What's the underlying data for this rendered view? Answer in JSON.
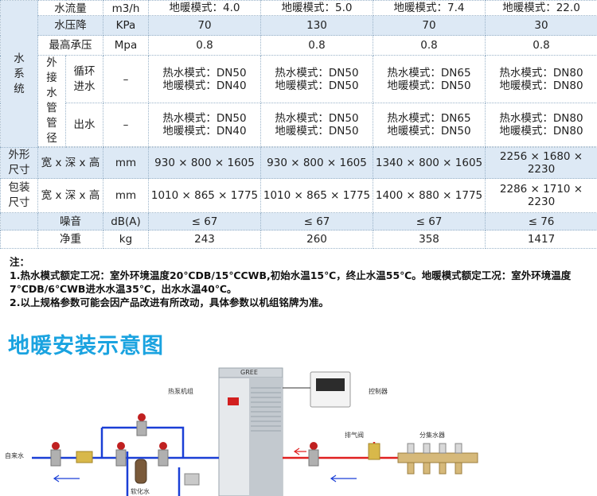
{
  "table": {
    "rows": [
      {
        "cat": "",
        "param": "水流量",
        "unit": "m3/h",
        "c1": "地暖模式：4.0",
        "c2": "地暖模式：5.0",
        "c3": "地暖模式：7.4",
        "c4": "地暖模式：22.0"
      },
      {
        "param": "水压降",
        "unit": "KPa",
        "c1": "70",
        "c2": "130",
        "c3": "70",
        "c4": "30"
      },
      {
        "param": "最高承压",
        "unit": "Mpa",
        "c1": "0.8",
        "c2": "0.8",
        "c3": "0.8",
        "c4": "0.8"
      }
    ],
    "water_system_label": "水系统",
    "pipe_label": "外接水管管径",
    "inlet": {
      "label": "循环进水",
      "unit": "–",
      "c1a": "热水模式：DN50",
      "c1b": "地暖模式：DN40",
      "c2a": "热水模式：DN50",
      "c2b": "地暖模式：DN50",
      "c3a": "热水模式：DN65",
      "c3b": "地暖模式：DN50",
      "c4a": "热水模式：DN80",
      "c4b": "地暖模式：DN80"
    },
    "outlet": {
      "label": "出水",
      "unit": "–",
      "c1a": "热水模式：DN50",
      "c1b": "地暖模式：DN40",
      "c2a": "热水模式：DN50",
      "c2b": "地暖模式：DN50",
      "c3a": "热水模式：DN65",
      "c3b": "地暖模式：DN50",
      "c4a": "热水模式：DN80",
      "c4b": "地暖模式：DN80"
    },
    "outer": {
      "cat": "外形尺寸",
      "param": "宽 x 深 x 高",
      "unit": "mm",
      "c1": "930 × 800 × 1605",
      "c2": "930 × 800 × 1605",
      "c3": "1340 × 800 × 1605",
      "c4": "2256 × 1680 × 2230"
    },
    "package": {
      "cat": "包装尺寸",
      "param": "宽 x 深 x 高",
      "unit": "mm",
      "c1": "1010 × 865 × 1775",
      "c2": "1010 × 865 × 1775",
      "c3": "1400 × 880 × 1775",
      "c4": "2286 × 1710 × 2230"
    },
    "noise": {
      "param": "噪音",
      "unit": "dB(A)",
      "c1": "≤ 67",
      "c2": "≤ 67",
      "c3": "≤ 67",
      "c4": "≤ 76"
    },
    "weight": {
      "param": "净重",
      "unit": "kg",
      "c1": "243",
      "c2": "260",
      "c3": "358",
      "c4": "1417"
    }
  },
  "notes": {
    "heading": "注：",
    "line1": "1.热水模式额定工况：室外环境温度20℃DB/15℃CWB,初始水温15℃，终止水温55℃。地暖模式额定工况：室外环境温度7℃DB/6℃WB进水水温35℃，出水水温40℃。",
    "line2": "2.以上规格参数可能会因产品改进有所改动，具体参数以机组铭牌为准。"
  },
  "install_title": "地暖安装示意图",
  "diagram": {
    "unit_label": "热泵机组",
    "controller_label": "控制器",
    "tap_label": "自来水",
    "soft_label": "软化水",
    "vent_label": "排气阀",
    "manifold_label": "分集水器",
    "brand_text": "GREE",
    "water_color": "#1a3fd6",
    "hot_color": "#e02020"
  }
}
